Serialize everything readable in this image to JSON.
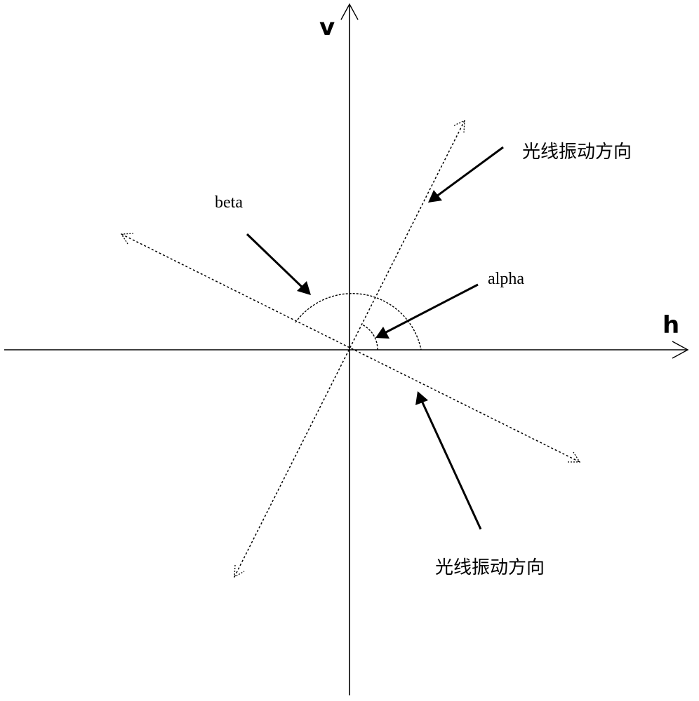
{
  "axes": {
    "vertical_label": "v",
    "horizontal_label": "h"
  },
  "angles": {
    "beta_label": "beta",
    "alpha_label": "alpha"
  },
  "annotations": {
    "upper_direction_label": "光线振动方向",
    "lower_direction_label": "光线振动方向"
  }
}
